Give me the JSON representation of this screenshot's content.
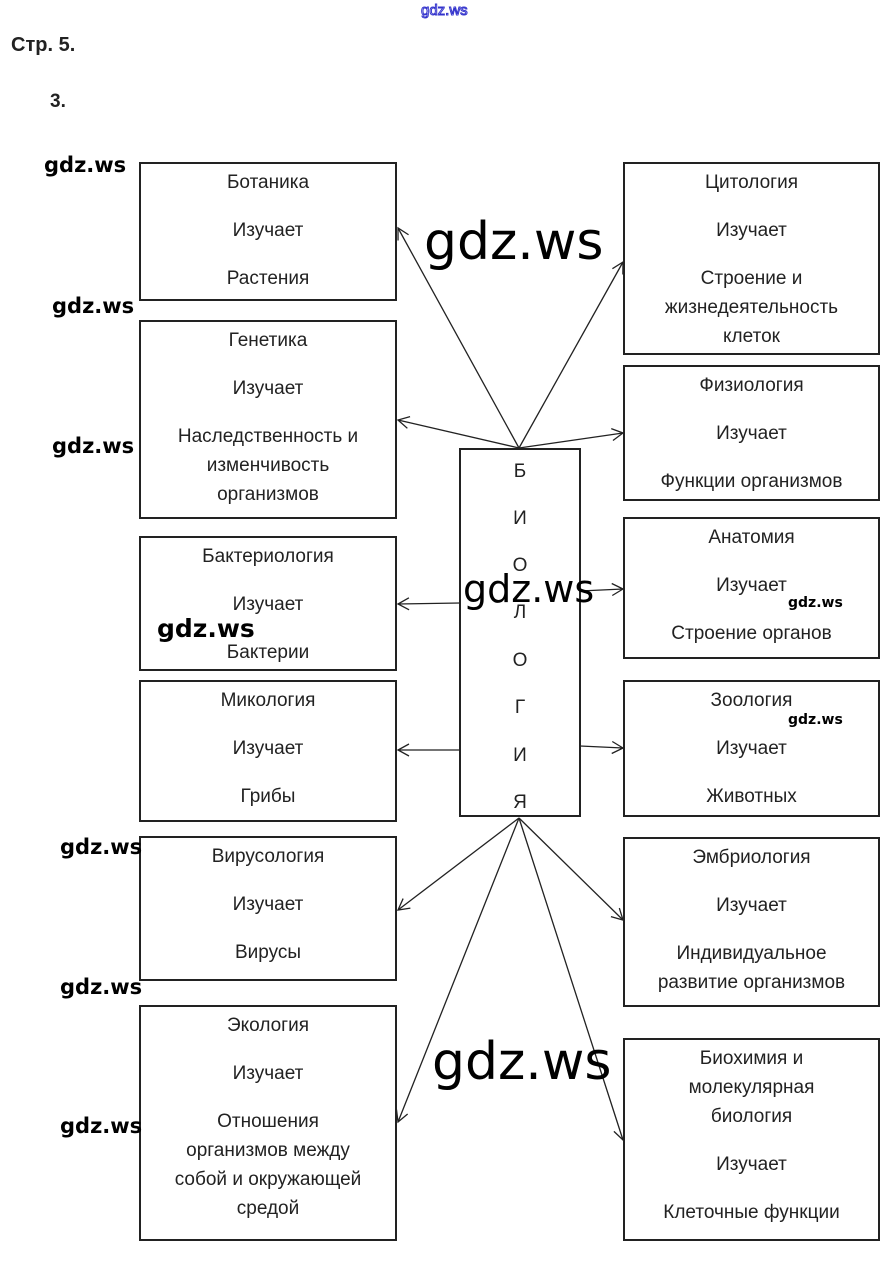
{
  "watermark": "gdz.ws",
  "page_label": "Стр. 5.",
  "task_number": "3.",
  "center": {
    "title": "БИОЛОГИЯ",
    "letters": [
      "Б",
      "И",
      "О",
      "Л",
      "О",
      "Г",
      "И",
      "Я"
    ]
  },
  "left_boxes": [
    {
      "name": "Ботаника",
      "verb": "Изучает",
      "object": "Растения"
    },
    {
      "name": "Генетика",
      "verb": "Изучает",
      "object": "Наследственность и\nизменчивость\nорганизмов"
    },
    {
      "name": "Бактериология",
      "verb": "Изучает",
      "object": "Бактерии"
    },
    {
      "name": "Микология",
      "verb": "Изучает",
      "object": "Грибы"
    },
    {
      "name": "Вирусология",
      "verb": "Изучает",
      "object": "Вирусы"
    },
    {
      "name": "Экология",
      "verb": "Изучает",
      "object": "Отношения\nорганизмов между\nсобой и окружающей\nсредой"
    }
  ],
  "right_boxes": [
    {
      "name": "Цитология",
      "verb": "Изучает",
      "object": "Строение и\nжизнедеятельность\nклеток"
    },
    {
      "name": "Физиология",
      "verb": "Изучает",
      "object": "Функции организмов"
    },
    {
      "name": "Анатомия",
      "verb": "Изучает",
      "object": "Строение органов"
    },
    {
      "name": "Зоология",
      "verb": "Изучает",
      "object": "Животных"
    },
    {
      "name": "Эмбриология",
      "verb": "Изучает",
      "object": "Индивидуальное\nразвитие организмов"
    },
    {
      "name": "Биохимия и\nмолекулярная\nбиология",
      "verb": "Изучает",
      "object": "Клеточные функции"
    }
  ]
}
